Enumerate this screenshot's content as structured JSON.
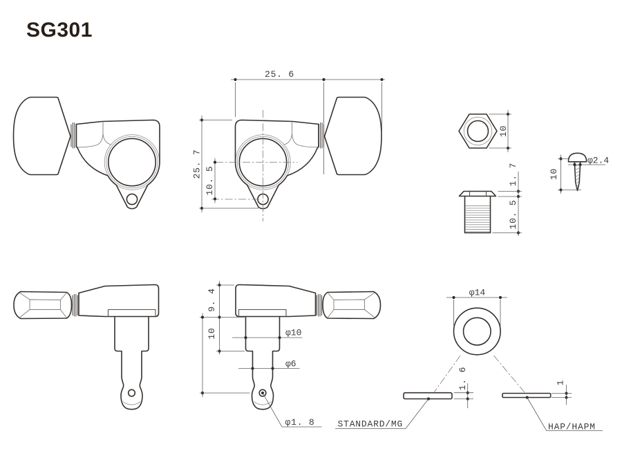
{
  "title": "SG301",
  "front_view": {
    "dim_width": "25. 6",
    "dim_height": "25. 7",
    "dim_hole_offset": "10. 5"
  },
  "nut": {
    "dim_size": "10"
  },
  "bushing": {
    "dim_flange_height": "1. 7",
    "dim_thread_length": "10. 5"
  },
  "screw": {
    "dim_length": "10",
    "dim_diameter": "φ2.4"
  },
  "side_view": {
    "dim_housing_height": "9. 4",
    "dim_post_length": "10",
    "dim_post_diameter": "φ10",
    "dim_shaft_diameter": "φ6",
    "dim_hole_diameter": "φ1. 8"
  },
  "washers": {
    "dim_outer_diameter": "φ14",
    "standard": {
      "dim_thickness": "1. 6",
      "label": "STANDARD/MG"
    },
    "hap": {
      "dim_thickness": "1",
      "label": "HAP/HAPM"
    }
  }
}
